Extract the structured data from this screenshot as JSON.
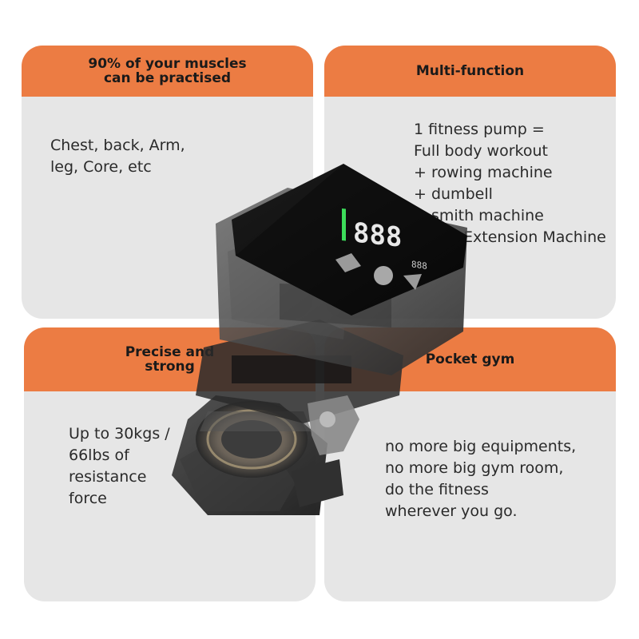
{
  "cards": {
    "top_left": {
      "title_lines": [
        "90% of your muscles",
        "can be practised"
      ],
      "body_lines": [
        "Chest, back, Arm,",
        "leg, Core, etc"
      ]
    },
    "top_right": {
      "title_lines": [
        "Multi-function"
      ],
      "body_lines": [
        "1 fitness pump =",
        "Full body workout",
        "+ rowing machine",
        "+ dumbell",
        "+ smith machine",
        "+ Leg Extension Machine"
      ]
    },
    "bottom_left": {
      "title_lines": [
        "Precise and",
        "strong"
      ],
      "body_lines": [
        "Up to 30kgs /",
        "66lbs of",
        "resistance",
        "force"
      ]
    },
    "bottom_right": {
      "title_lines": [
        "Pocket gym"
      ],
      "body_lines": [
        "no more big equipments,",
        "no more big gym room,",
        "do the fitness",
        "wherever you go."
      ]
    }
  },
  "device": {
    "display_digits": "888",
    "small_display_digits": "888",
    "colors": {
      "accent": "#ec7c43",
      "card_bg": "#e6e6e6",
      "display_green": "#3cdc5a"
    }
  }
}
